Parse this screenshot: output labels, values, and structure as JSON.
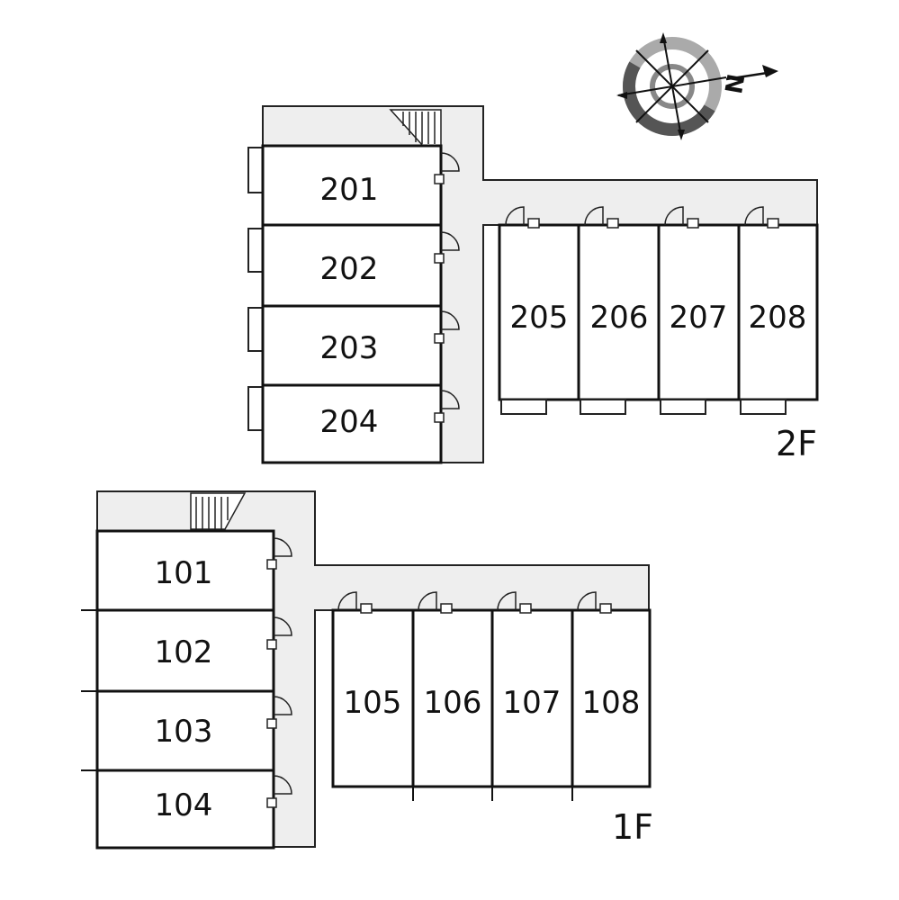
{
  "floors": {
    "second": {
      "label": "2F",
      "units": {
        "u201": "201",
        "u202": "202",
        "u203": "203",
        "u204": "204",
        "u205": "205",
        "u206": "206",
        "u207": "207",
        "u208": "208"
      }
    },
    "first": {
      "label": "1F",
      "units": {
        "u101": "101",
        "u102": "102",
        "u103": "103",
        "u104": "104",
        "u105": "105",
        "u106": "106",
        "u107": "107",
        "u108": "108"
      }
    }
  },
  "compass": {
    "letter": "N"
  }
}
